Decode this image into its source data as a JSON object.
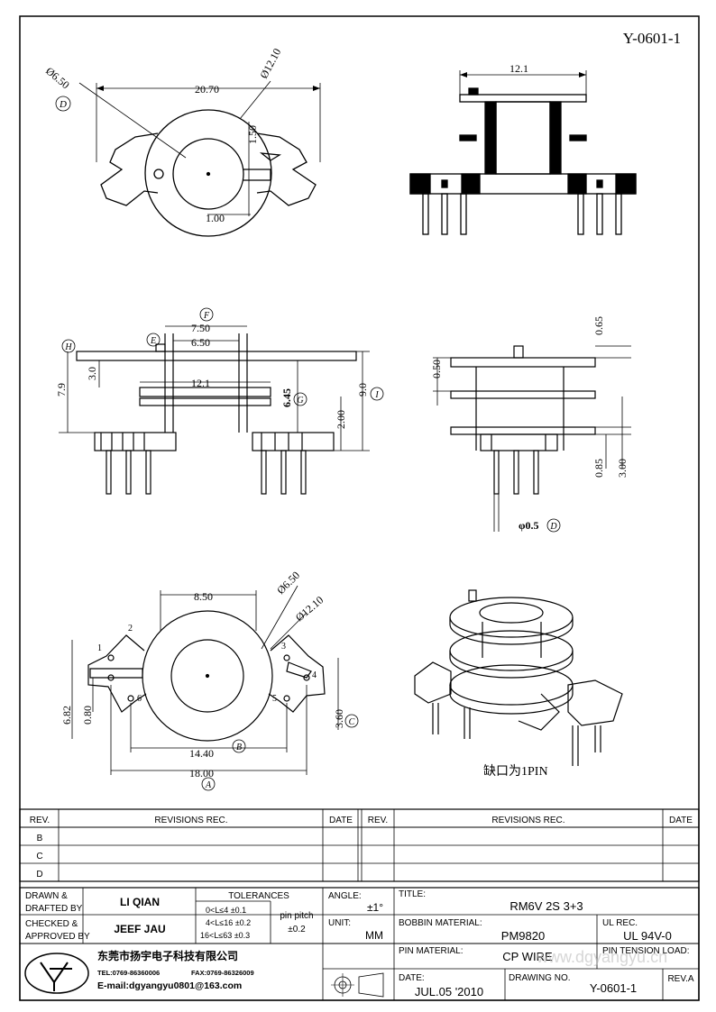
{
  "header": {
    "drawing_code": "Y-0601-1"
  },
  "top_view": {
    "dim_width": "20.70",
    "dim_inner_dia": "Ø6.50",
    "dim_outer_dia": "Ø12.10",
    "dim_slot_depth": "1.50",
    "dim_slot_width": "1.00",
    "callout_d": "D"
  },
  "side_view_top": {
    "dim_width": "12.1"
  },
  "front_view": {
    "dim_f": "7.50",
    "dim_e": "6.50",
    "dim_mid": "12.1",
    "dim_h_total": "7.9",
    "dim_h_upper": "3.0",
    "dim_g": "6.45",
    "dim_base": "2.00",
    "dim_total": "9.0",
    "callout_f": "F",
    "callout_e": "E",
    "callout_h": "H",
    "callout_g": "G",
    "callout_i": "I"
  },
  "right_view": {
    "dim_pin_top": "0.65",
    "dim_flange": "0.50",
    "dim_lower": "0.85",
    "dim_pin_len": "3.00",
    "dim_pin_dia": "φ0.5",
    "callout_d": "D"
  },
  "bottom_view": {
    "dim_85": "8.50",
    "dim_inner_dia": "Ø6.50",
    "dim_outer_dia": "Ø12.10",
    "dim_682": "6.82",
    "dim_080": "0.80",
    "dim_360": "3.60",
    "dim_1440": "14.40",
    "dim_1800": "18.00",
    "callout_a": "A",
    "callout_b": "B",
    "callout_c": "C",
    "pins": [
      "1",
      "2",
      "3",
      "4",
      "5",
      "6"
    ]
  },
  "iso_view": {
    "caption": "缺口为1PIN"
  },
  "revisions": {
    "left_header": {
      "rev": "REV.",
      "desc": "REVISIONS   REC.",
      "date": "DATE"
    },
    "right_header": {
      "rev": "REV.",
      "desc": "REVISIONS   REC.",
      "date": "DATE"
    },
    "rows": [
      "B",
      "C",
      "D"
    ]
  },
  "title_block": {
    "drawn_label": "DRAWN  &\nDRAFTED BY",
    "drawn_label_1": "DRAWN  &",
    "drawn_label_2": "DRAFTED BY",
    "drawn_value": "LI QIAN",
    "checked_label_1": "CHECKED  &",
    "checked_label_2": "APPROVED BY",
    "checked_value": "JEEF JAU",
    "tolerances_label": "TOLERANCES",
    "tol_1": "0<L≤4     ±0.1",
    "tol_2": "4<L≤16   ±0.2",
    "tol_3": "16<L≤63  ±0.3",
    "pin_pitch_label": "pin  pitch",
    "pin_pitch_value": "±0.2",
    "angle_label": "ANGLE:",
    "angle_value": "±1°",
    "unit_label": "UNIT:",
    "unit_value": "MM",
    "title_label": "TITLE:",
    "title_value": "RM6V  2S  3+3",
    "bobbin_label": "BOBBIN MATERIAL:",
    "bobbin_value": "PM9820",
    "ul_label": "UL REC.",
    "ul_value": "UL  94V-0",
    "pin_mat_label": "PIN MATERIAL:",
    "pin_mat_value": "CP  WIRE",
    "pin_tension_label": "PIN TENSION LOAD:",
    "date_label": "DATE:",
    "date_value": "JUL.05  '2010",
    "drawing_no_label": "DRAWING NO.",
    "drawing_no_value": "Y-0601-1",
    "rev_label": "REV.A",
    "company_name": "东莞市扬宇电子科技有限公司",
    "company_tel": "TEL:0769-86360006",
    "company_fax": "FAX:0769-86326009",
    "company_email": "E-mail:dgyangyu0801@163.com"
  },
  "watermark": "www.dgyangyu.cn"
}
